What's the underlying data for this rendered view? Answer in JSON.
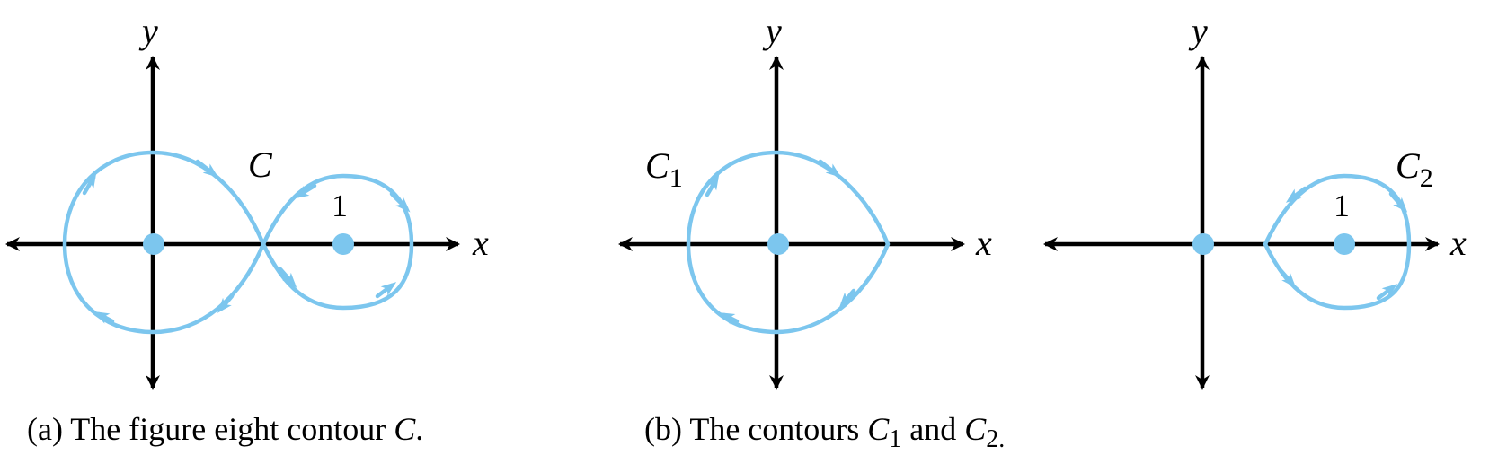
{
  "colors": {
    "contour": "#7cc6ee",
    "axis": "#000000",
    "point": "#7cc6ee"
  },
  "panel_a": {
    "y_label": "y",
    "x_label": "x",
    "contour_label": "C",
    "point_label": "1",
    "caption": {
      "prefix": "(a) The figure eight contour ",
      "c": "C",
      "suffix": "."
    }
  },
  "panel_b": {
    "left": {
      "y_label": "y",
      "x_label": "x",
      "contour_label": "C",
      "contour_sub": "1"
    },
    "right": {
      "y_label": "y",
      "x_label": "x",
      "contour_label": "C",
      "contour_sub": "2",
      "point_label": "1"
    },
    "caption": {
      "prefix": "(b) The contours ",
      "c1": "C",
      "c1_sub": "1",
      "mid": " and ",
      "c2": "C",
      "c2_sub": "2",
      "suffix": "."
    }
  }
}
